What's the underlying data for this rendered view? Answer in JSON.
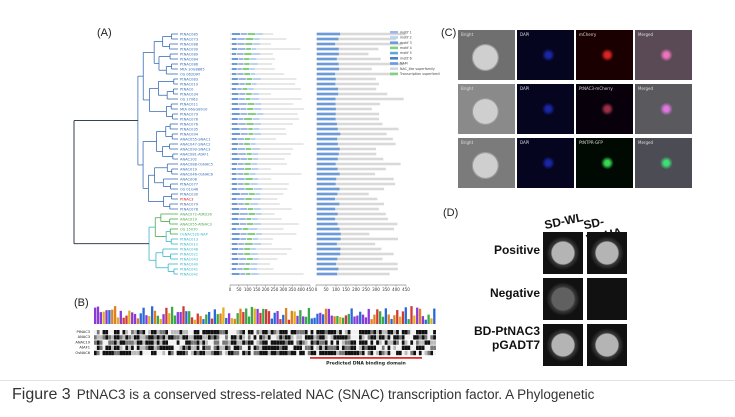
{
  "panels": {
    "a": "(A)",
    "b": "(B)",
    "c": "(C)",
    "d": "(D)"
  },
  "colors": {
    "tree_blue": "#3a6fb7",
    "tree_cyan": "#39b7c9",
    "tree_green": "#49a64a",
    "tree_dark": "#1d2a3a",
    "highlight_red": "#e02020",
    "motif_blue": "#6b9bd8",
    "motif_green": "#7fd07f",
    "domain_bar": "#e22c2c"
  },
  "tree": {
    "taxa": [
      "PtNAC085",
      "PtNAC073",
      "PtNAC088",
      "PtNAC090",
      "PtNAC089",
      "PtNAC084",
      "PtNAC086",
      "MtA 10G8865",
      "OS 062DAT",
      "PtNAC083",
      "PtNAC019",
      "PtNAC0",
      "PtNAC034",
      "OS 17063",
      "PtNAC011",
      "MtA 06GG8910",
      "PtNAC079",
      "PtNAC078",
      "PtNAC076",
      "PtNAC035",
      "PtNAC094",
      "ANAC055-SNAC1",
      "ANAC047-SNAC2",
      "ANAC090-SNAC3",
      "ANAC081-AtAF1",
      "ANAC102",
      "ANAC088-OsNAC5",
      "ANAC019",
      "ANAC046-OsNAC6",
      "ANAC008",
      "PtNAC077",
      "OS 01G46",
      "PtNAC030",
      "PtNAC3",
      "PtNAC079",
      "PtNAC078",
      "ANAC072-AtRD26",
      "ANAC019",
      "ANAC055-AtNAC3",
      "OS 15070",
      "OsNAC52b-NAP",
      "PtNAC013",
      "PtNAC012",
      "PtNAC048",
      "PtNAC021",
      "PtNAC043",
      "PtNAC040",
      "PtNAC041",
      "PtNAC042"
    ]
  },
  "motif_axis": {
    "ticks": [
      "0",
      "50",
      "100",
      "150",
      "200",
      "250",
      "300",
      "350",
      "400",
      "450"
    ]
  },
  "motif_legend": [
    "motif 1",
    "motif 2",
    "motif 3",
    "motif 4",
    "motif 5",
    "motif 6",
    "NAM",
    "NAC_like superfamily",
    "Transcription superfamily"
  ],
  "alignment": {
    "sequences": [
      "PtNAC3",
      "ANAC3",
      "ANAC19",
      "AtAF1",
      "OsNAC6"
    ],
    "domain_label": "Predicted DNA binding domain"
  },
  "microscopy": {
    "row1": [
      "Bright",
      "DAPI",
      "mCherry",
      "Merged"
    ],
    "row2": [
      "Bright",
      "DAPI",
      "PtNAC3-mCherry",
      "Merged"
    ],
    "row3": [
      "Bright",
      "DAPI",
      "PtNTPR-GFP",
      "Merged"
    ]
  },
  "yeast": {
    "columns": [
      "SD-WL",
      "SD-WLHA"
    ],
    "rows": [
      {
        "label": "Positive",
        "growth": [
          1,
          1
        ]
      },
      {
        "label": "Negative",
        "growth": [
          0.3,
          0
        ]
      },
      {
        "label": "BD-PtNAC3\npGADT7",
        "growth": [
          1,
          1
        ]
      }
    ]
  },
  "caption": {
    "figure_number": "Figure 3",
    "text": "PtNAC3 is a conserved stress-related NAC (SNAC) transcription factor. A Phylogenetic"
  }
}
